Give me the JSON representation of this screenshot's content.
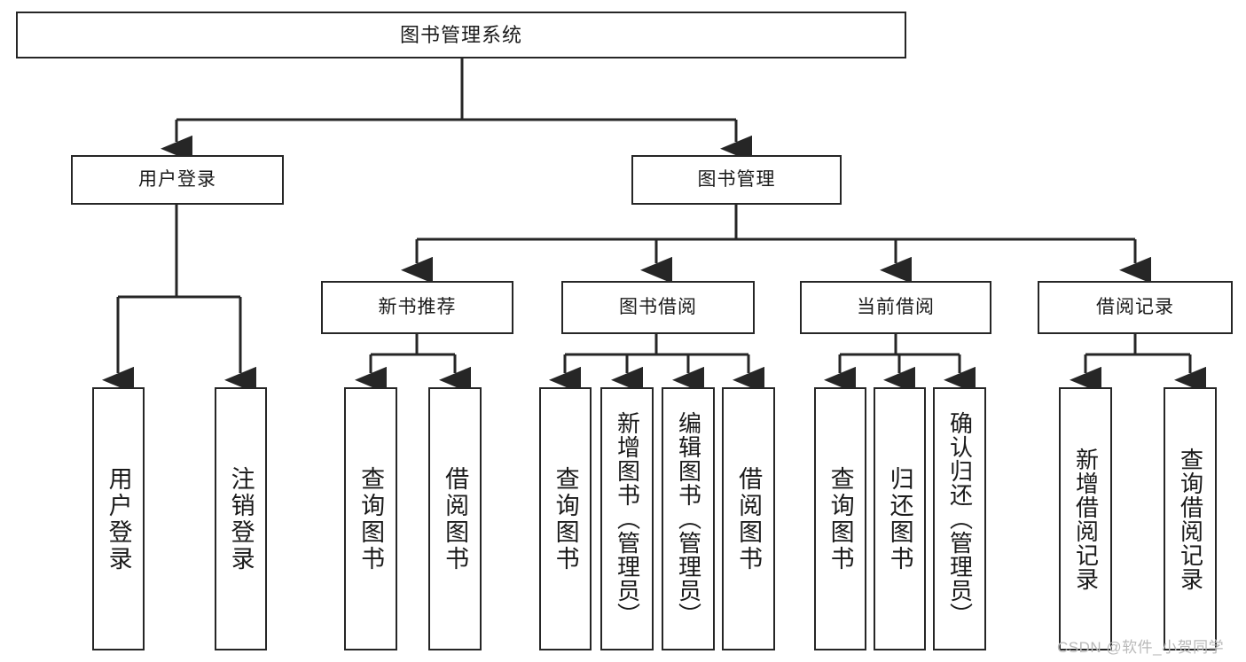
{
  "diagram": {
    "title": "图书管理系统",
    "type": "tree-hierarchy-diagram",
    "colors": {
      "box_border": "#262626",
      "box_fill": "#ffffff",
      "connector": "#262626",
      "background": "#ffffff",
      "watermark": "#b9b9b9"
    },
    "levels": {
      "root": {
        "label": "图书管理系统"
      },
      "level2": [
        {
          "label": "用户登录"
        },
        {
          "label": "图书管理"
        }
      ],
      "level3": [
        {
          "label": "新书推荐"
        },
        {
          "label": "图书借阅"
        },
        {
          "label": "当前借阅"
        },
        {
          "label": "借阅记录"
        }
      ],
      "leaves": {
        "user_login": [
          {
            "label": "用户登录"
          },
          {
            "label": "注销登录"
          }
        ],
        "new_book_recommend": [
          {
            "label": "查询图书"
          },
          {
            "label": "借阅图书"
          }
        ],
        "book_borrow": [
          {
            "label": "查询图书"
          },
          {
            "label": "新增图书（管理员）"
          },
          {
            "label": "编辑图书（管理员）"
          },
          {
            "label": "借阅图书"
          }
        ],
        "current_borrow": [
          {
            "label": "查询图书"
          },
          {
            "label": "归还图书"
          },
          {
            "label": "确认归还（管理员）"
          }
        ],
        "borrow_record": [
          {
            "label": "新增借阅记录"
          },
          {
            "label": "查询借阅记录"
          }
        ]
      }
    },
    "watermark": "CSDN @软件_小贺同学"
  }
}
